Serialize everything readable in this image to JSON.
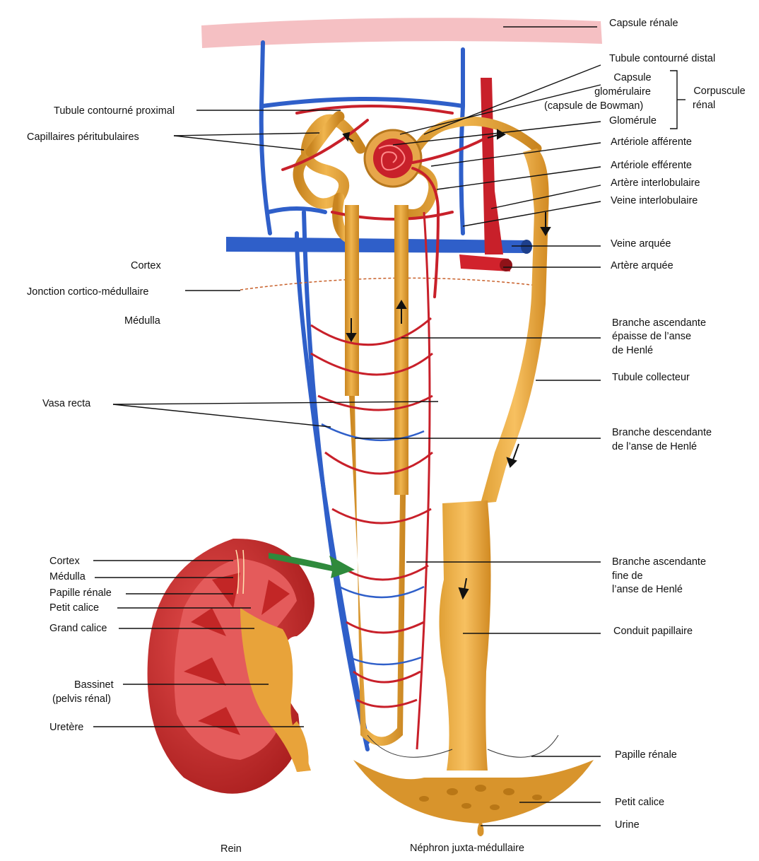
{
  "colors": {
    "vein": "#2f5fc9",
    "artery": "#c8202a",
    "tubule": "#d79a2b",
    "tubule_light": "#eab04a",
    "capsule": "#f2b3b8",
    "kidney_cortex": "#c62a2a",
    "kidney_medulla": "#e35a5a",
    "pelvis": "#e8a33a",
    "arrow_green": "#2f8a3c"
  },
  "labels_right": {
    "capsule_renale": "Capsule rénale",
    "tubule_distal": "Tubule contourné distal",
    "capsule_glom_1": "Capsule",
    "capsule_glom_2": "glomérulaire",
    "capsule_glom_3": "(capsule de Bowman)",
    "glomerule": "Glomérule",
    "corpuscule_1": "Corpuscule",
    "corpuscule_2": "rénal",
    "arteriole_afferente": "Artériole afférente",
    "arteriole_efferente": "Artériole efférente",
    "artere_interlobulaire": "Artère interlobulaire",
    "veine_interlobulaire": "Veine interlobulaire",
    "veine_arquee": "Veine arquée",
    "artere_arquee": "Artère arquée",
    "branche_asc_epaisse_1": "Branche ascendante",
    "branche_asc_epaisse_2": "épaisse de l’anse",
    "branche_asc_epaisse_3": "de Henlé",
    "tubule_collecteur": "Tubule collecteur",
    "branche_desc_1": "Branche descendante",
    "branche_desc_2": "de l’anse de Henlé",
    "branche_asc_fine_1": "Branche ascendante",
    "branche_asc_fine_2": "fine de",
    "branche_asc_fine_3": "l’anse de Henlé",
    "conduit_papillaire": "Conduit papillaire",
    "papille_renale": "Papille rénale",
    "petit_calice": "Petit calice",
    "urine": "Urine"
  },
  "labels_left": {
    "tubule_proximal": "Tubule contourné proximal",
    "capillaires": "Capillaires péritubulaires",
    "cortex": "Cortex",
    "jonction": "Jonction cortico-médullaire",
    "medulla": "Médulla",
    "vasa_recta": "Vasa recta"
  },
  "kidney_labels": {
    "cortex": "Cortex",
    "medulla": "Médulla",
    "papille": "Papille rénale",
    "petit_calice": "Petit calice",
    "grand_calice": "Grand calice",
    "bassinet_1": "Bassinet",
    "bassinet_2": "(pelvis rénal)",
    "uretere": "Uretère"
  },
  "captions": {
    "rein": "Rein",
    "nephron": "Néphron juxta-médullaire"
  }
}
